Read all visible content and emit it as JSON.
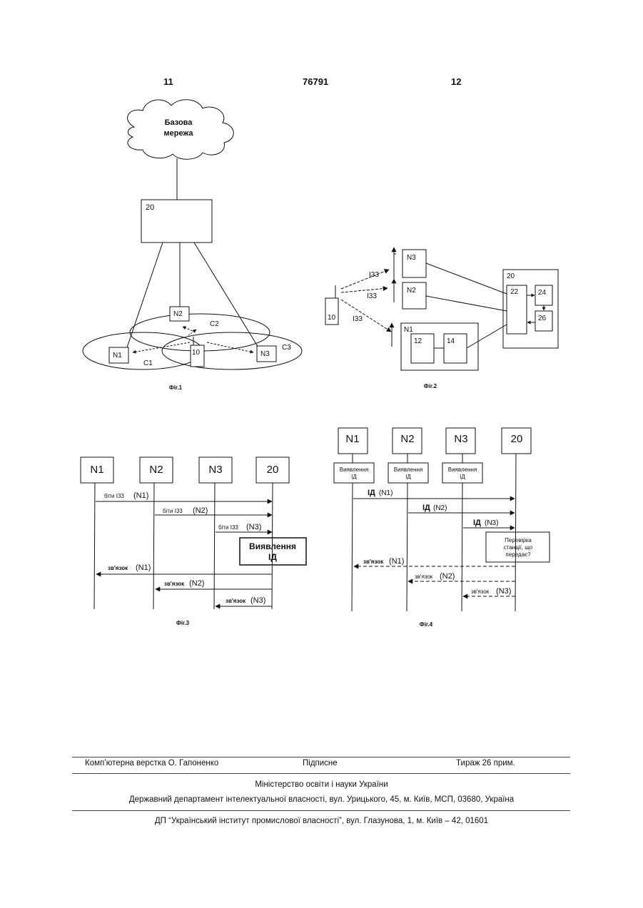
{
  "header": {
    "left_page": "11",
    "patent_no": "76791",
    "right_page": "12"
  },
  "fig1": {
    "caption": "Фіг.1",
    "cloud": [
      "Базова",
      "мережа"
    ],
    "controller": "20",
    "nodes": [
      "N1",
      "N2",
      "N3"
    ],
    "cells": [
      "C1",
      "C2",
      "C3"
    ],
    "station": "10"
  },
  "fig2": {
    "caption": "Фіг.2",
    "station": "10",
    "links": [
      "I33",
      "I33",
      "I33"
    ],
    "nodes": [
      "N3",
      "N2",
      "N1"
    ],
    "n1_blocks": [
      "12",
      "14"
    ],
    "controller": "20",
    "ctrl_blocks": [
      "22",
      "24",
      "26"
    ]
  },
  "fig3": {
    "caption": "Фіг.3",
    "entities": [
      "N1",
      "N2",
      "N3",
      "20"
    ],
    "messages": [
      {
        "label": "біти I33",
        "node": "(N1)"
      },
      {
        "label": "біти I33",
        "node": "(N2)"
      },
      {
        "label": "біти I33",
        "node": "(N3)"
      }
    ],
    "detect": [
      "Виявлення",
      "ІД"
    ],
    "replies": [
      {
        "label": "зв'язок",
        "node": "(N1)"
      },
      {
        "label": "зв'язок",
        "node": "(N2)"
      },
      {
        "label": "зв'язок",
        "node": "(N3)"
      }
    ]
  },
  "fig4": {
    "caption": "Фіг.4",
    "entities": [
      "N1",
      "N2",
      "N3",
      "20"
    ],
    "detect": [
      "Виявлення",
      "ІД"
    ],
    "messages": [
      {
        "label": "ІД",
        "node": "(N1)"
      },
      {
        "label": "ІД",
        "node": "(N2)"
      },
      {
        "label": "ІД",
        "node": "(N3)"
      }
    ],
    "check": [
      "Перевірка",
      "станції, що",
      "передає?"
    ],
    "replies": [
      {
        "label": "зв'язок",
        "node": "(N1)"
      },
      {
        "label": "зв'язок",
        "node": "(N2)"
      },
      {
        "label": "зв'язок",
        "node": "(N3)"
      }
    ]
  },
  "footer": {
    "layout": "Комп’ютерна верстка О. Гапоненко",
    "signed": "Підписне",
    "circulation": "Тираж 26 прим.",
    "ministry": "Міністерство освіти і науки України",
    "department": "Державний департамент інтелектуальної власності, вул. Урицького, 45, м. Київ, МСП, 03680, Україна",
    "institute": "ДП “Український інститут промислової власності”, вул. Глазунова, 1, м. Київ – 42, 01601"
  }
}
